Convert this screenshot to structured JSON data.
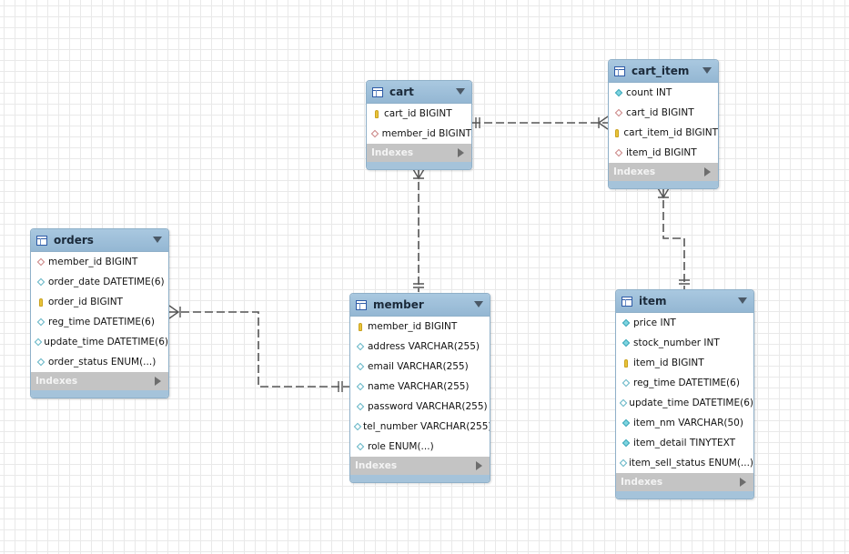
{
  "tables": {
    "cart": {
      "name": "cart",
      "columns": [
        {
          "label": "cart_id BIGINT",
          "icon": "primary-key-icon"
        },
        {
          "label": "member_id BIGINT",
          "icon": "foreign-key-icon"
        }
      ],
      "indexes_label": "Indexes"
    },
    "cart_item": {
      "name": "cart_item",
      "columns": [
        {
          "label": "count INT",
          "icon": "not-null-column-icon"
        },
        {
          "label": "cart_id BIGINT",
          "icon": "foreign-key-icon"
        },
        {
          "label": "cart_item_id BIGINT",
          "icon": "primary-key-icon"
        },
        {
          "label": "item_id BIGINT",
          "icon": "foreign-key-icon"
        }
      ],
      "indexes_label": "Indexes"
    },
    "orders": {
      "name": "orders",
      "columns": [
        {
          "label": "member_id BIGINT",
          "icon": "foreign-key-icon"
        },
        {
          "label": "order_date DATETIME(6)",
          "icon": "nullable-column-icon"
        },
        {
          "label": "order_id BIGINT",
          "icon": "primary-key-icon"
        },
        {
          "label": "reg_time DATETIME(6)",
          "icon": "nullable-column-icon"
        },
        {
          "label": "update_time DATETIME(6)",
          "icon": "nullable-column-icon"
        },
        {
          "label": "order_status ENUM(...)",
          "icon": "nullable-column-icon"
        }
      ],
      "indexes_label": "Indexes"
    },
    "member": {
      "name": "member",
      "columns": [
        {
          "label": "member_id BIGINT",
          "icon": "primary-key-icon"
        },
        {
          "label": "address VARCHAR(255)",
          "icon": "nullable-column-icon"
        },
        {
          "label": "email VARCHAR(255)",
          "icon": "nullable-column-icon"
        },
        {
          "label": "name VARCHAR(255)",
          "icon": "nullable-column-icon"
        },
        {
          "label": "password VARCHAR(255)",
          "icon": "nullable-column-icon"
        },
        {
          "label": "tel_number VARCHAR(255)",
          "icon": "nullable-column-icon"
        },
        {
          "label": "role ENUM(...)",
          "icon": "nullable-column-icon"
        }
      ],
      "indexes_label": "Indexes"
    },
    "item": {
      "name": "item",
      "columns": [
        {
          "label": "price INT",
          "icon": "not-null-column-icon"
        },
        {
          "label": "stock_number INT",
          "icon": "not-null-column-icon"
        },
        {
          "label": "item_id BIGINT",
          "icon": "primary-key-icon"
        },
        {
          "label": "reg_time DATETIME(6)",
          "icon": "nullable-column-icon"
        },
        {
          "label": "update_time DATETIME(6)",
          "icon": "nullable-column-icon"
        },
        {
          "label": "item_nm VARCHAR(50)",
          "icon": "not-null-column-icon"
        },
        {
          "label": "item_detail TINYTEXT",
          "icon": "not-null-column-icon"
        },
        {
          "label": "item_sell_status ENUM(...)",
          "icon": "nullable-column-icon"
        }
      ],
      "indexes_label": "Indexes"
    }
  },
  "colors": {
    "header": "#94b7d3",
    "border": "#8fb0c9",
    "indexes_bar": "#c4c4c4",
    "connector": "#555555",
    "primary_key": "#e9c43a",
    "foreign_key": "#c98080",
    "column_diamond": "#3aa6b8"
  }
}
